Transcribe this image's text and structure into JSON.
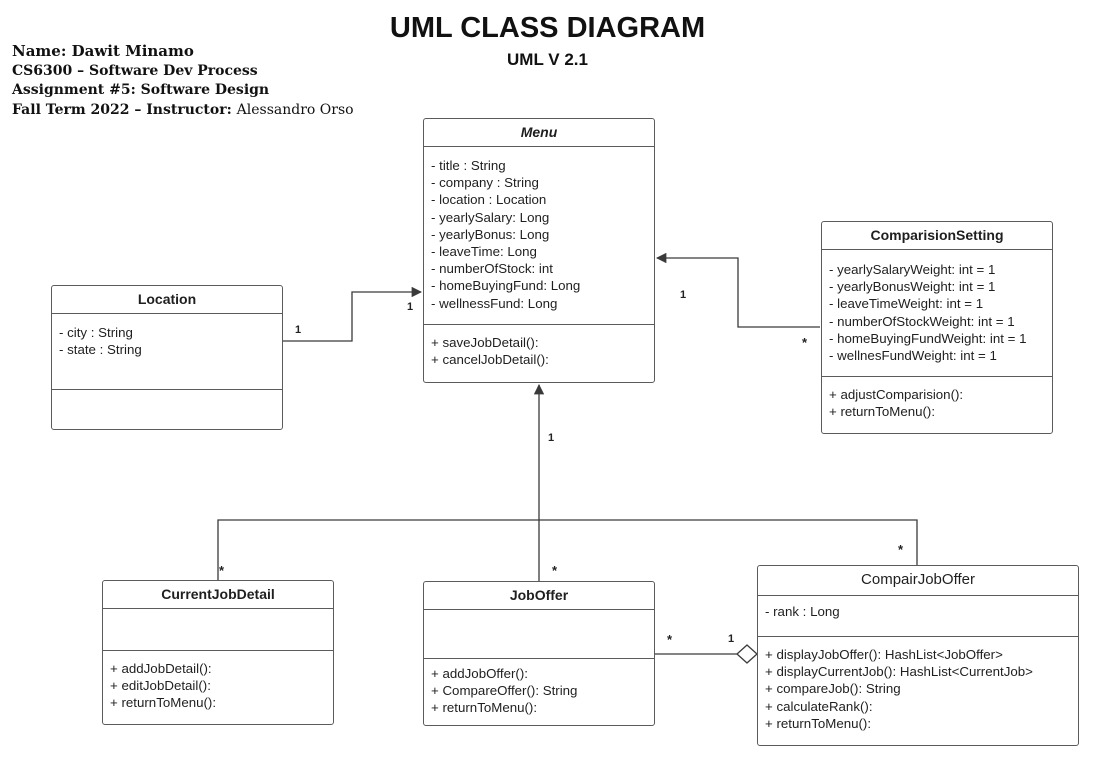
{
  "header": {
    "title": "UML CLASS DIAGRAM",
    "subtitle": "UML V 2.1",
    "name": "Name: Dawit Minamo",
    "course": "CS6300 – Software Dev Process",
    "assignment": "Assignment #5: Software Design",
    "term": "Fall Term 2022 – Instructor: ",
    "instructor": "Alessandro Orso"
  },
  "classes": {
    "menu": {
      "name": "Menu",
      "attributes": [
        "- title : String",
        "- company : String",
        "- location : Location",
        "- yearlySalary: Long",
        "- yearlyBonus: Long",
        "- leaveTime: Long",
        "- numberOfStock: int",
        "- homeBuyingFund: Long",
        "- wellnessFund: Long"
      ],
      "methods": [
        "+ saveJobDetail():",
        "+ cancelJobDetail():"
      ]
    },
    "location": {
      "name": "Location",
      "attributes": [
        "- city : String",
        "- state : String"
      ],
      "methods": []
    },
    "setting": {
      "name": "ComparisionSetting",
      "attributes": [
        "- yearlySalaryWeight: int = 1",
        "- yearlyBonusWeight: int = 1",
        "- leaveTimeWeight: int = 1",
        "- numberOfStockWeight: int = 1",
        "- homeBuyingFundWeight: int = 1",
        "- wellnesFundWeight: int = 1"
      ],
      "methods": [
        "+ adjustComparision():",
        "+ returnToMenu():"
      ]
    },
    "current": {
      "name": "CurrentJobDetail",
      "attributes": [],
      "methods": [
        "+ addJobDetail():",
        "+ editJobDetail():",
        "+ returnToMenu():"
      ]
    },
    "offer": {
      "name": "JobOffer",
      "attributes": [],
      "methods": [
        "+ addJobOffer():",
        "+ CompareOffer(): String",
        "+ returnToMenu():"
      ]
    },
    "compare": {
      "name": "CompairJobOffer",
      "attributes": [
        "- rank : Long"
      ],
      "methods": [
        "+ displayJobOffer(): HashList<JobOffer>",
        "+ displayCurrentJob(): HashList<CurrentJob>",
        "+ compareJob(): String",
        "+ calculateRank():",
        "+ returnToMenu():"
      ]
    }
  },
  "multiplicities": {
    "location_side": "1",
    "menu_location_side": "1",
    "menu_setting_side": "1",
    "setting_side": "*",
    "menu_bottom_side": "1",
    "current_side": "*",
    "offer_side": "*",
    "compare_side": "*",
    "offer_agg_side": "*",
    "compare_agg_side": "1"
  },
  "colors": {
    "line": "#3a3a3a",
    "border": "#5b5b5b"
  }
}
